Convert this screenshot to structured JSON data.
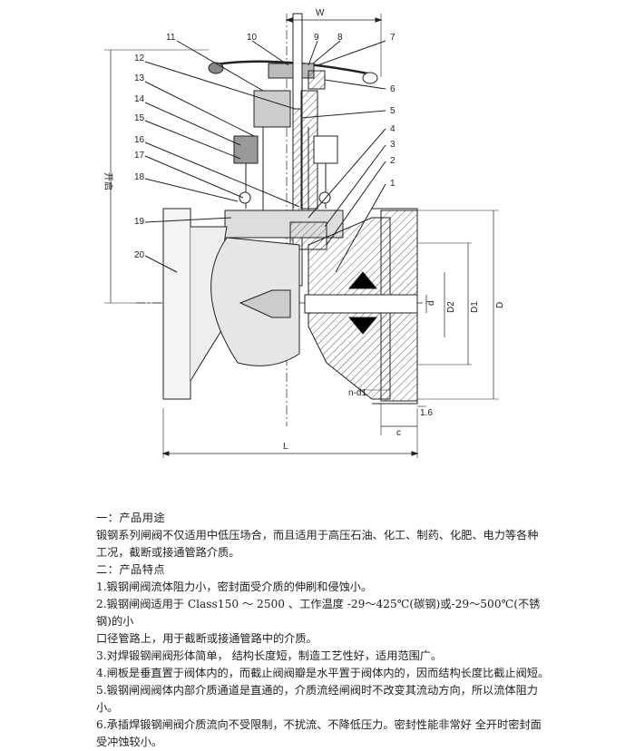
{
  "drawing": {
    "labels": {
      "w": "W",
      "n1": "1",
      "n2": "2",
      "n3": "3",
      "n4": "4",
      "n5": "5",
      "n6": "6",
      "n7": "7",
      "n8": "8",
      "n9": "9",
      "n10": "10",
      "n11": "11",
      "n12": "12",
      "n13": "13",
      "n14": "14",
      "n15": "15",
      "n16": "16",
      "n17": "17",
      "n18": "18",
      "n19": "19",
      "n20": "20",
      "open": "开启",
      "d": "d",
      "d2": "D2",
      "d1": "D1",
      "dd": "D",
      "nd1": "n-d1",
      "t16": "1.6",
      "c": "c",
      "L": "L"
    }
  },
  "text": {
    "section1_title": "一：产品用途",
    "section1_line1": "锻钢系列闸阀不仅适用中低压场合，而且适用于高压石油、化工、制药、化肥、电力等各种",
    "section1_line2": "工况，截断或接通管路介质。",
    "section2_title": "二：产品特点",
    "item1": "1.锻钢闸阀流体阻力小，密封面受介质的伸刷和侵蚀小。",
    "item2_line1": "2.锻钢闸阀适用于 Class150 ～ 2500 、工作温度 -29～425℃(碳钢)或-29～500℃(不锈钢)的小",
    "item2_line2": "口径管路上，用于截断或接通管路中的介质。",
    "item3": "3.对焊锻钢闸阀形体简单，  结构长度短，制造工艺性好，适用范围广。",
    "item4": "4.闸板是垂直置于阀体内的，而截止阀阀瓣是水平置于阀体内的，因而结构长度比截止阀短。",
    "item5_line1": "5.锻钢闸阀阀体内部介质通道是直通的，介质流经闸阀时不改变其流动方向，所以流体阻力",
    "item5_line2": "小。",
    "item6_line1": "6.承插焊锻钢闸阀介质流向不受限制，不扰流、不降低压力。密封性能非常好  全开时密封面",
    "item6_line2": "受冲蚀较小。"
  }
}
